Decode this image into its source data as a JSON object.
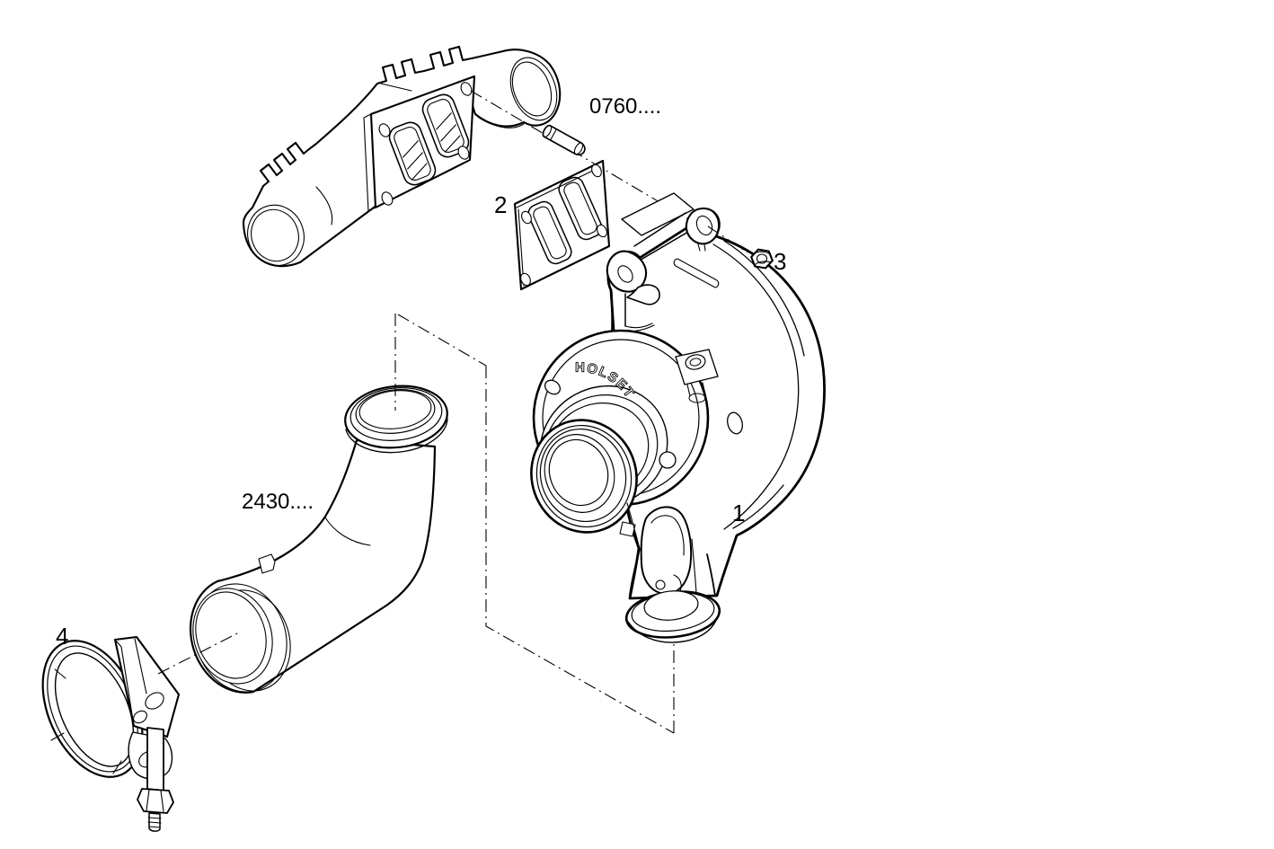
{
  "diagram": {
    "background": "#ffffff",
    "line_color": "#000000",
    "brand_marking": "HOLSET",
    "parts": {
      "turbocharger": {
        "label": "1"
      },
      "gasket": {
        "label": "2"
      },
      "nut": {
        "label": "3"
      },
      "clamp": {
        "label": "4"
      },
      "manifold_ref": {
        "label": "0760...."
      },
      "exhaust_pipe_ref": {
        "label": "2430...."
      }
    }
  }
}
